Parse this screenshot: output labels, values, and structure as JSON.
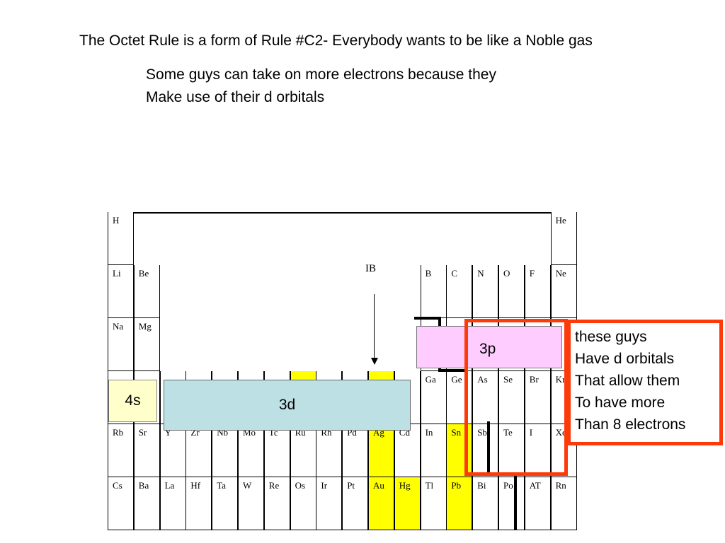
{
  "heading": "The Octet Rule is a form of Rule #C2- Everybody wants to be like a Noble gas",
  "subtext": [
    "Some guys can take on more electrons because they",
    "Make use of their d orbitals"
  ],
  "group_label": "IB",
  "labels": {
    "s_block": "4s",
    "d_block": "3d",
    "p_block": "3p"
  },
  "note_lines": [
    " these guys",
    "Have d orbitals",
    "That allow them",
    "To have more",
    "Than 8 electrons"
  ],
  "elements": [
    {
      "symbol": "H",
      "col": 0,
      "row": 0
    },
    {
      "symbol": "He",
      "col": 17,
      "row": 0
    },
    {
      "symbol": "Li",
      "col": 0,
      "row": 1
    },
    {
      "symbol": "Be",
      "col": 1,
      "row": 1
    },
    {
      "symbol": "B",
      "col": 12,
      "row": 1
    },
    {
      "symbol": "C",
      "col": 13,
      "row": 1
    },
    {
      "symbol": "N",
      "col": 14,
      "row": 1
    },
    {
      "symbol": "O",
      "col": 15,
      "row": 1
    },
    {
      "symbol": "F",
      "col": 16,
      "row": 1
    },
    {
      "symbol": "Ne",
      "col": 17,
      "row": 1
    },
    {
      "symbol": "Na",
      "col": 0,
      "row": 2
    },
    {
      "symbol": "Mg",
      "col": 1,
      "row": 2
    },
    {
      "symbol": "",
      "col": 12,
      "row": 2
    },
    {
      "symbol": "",
      "col": 13,
      "row": 2
    },
    {
      "symbol": "",
      "col": 14,
      "row": 2
    },
    {
      "symbol": "",
      "col": 15,
      "row": 2
    },
    {
      "symbol": "",
      "col": 16,
      "row": 2
    },
    {
      "symbol": "",
      "col": 17,
      "row": 2
    },
    {
      "symbol": "",
      "col": 0,
      "row": 3
    },
    {
      "symbol": "",
      "col": 1,
      "row": 3
    },
    {
      "symbol": "",
      "col": 2,
      "row": 3
    },
    {
      "symbol": "",
      "col": 3,
      "row": 3
    },
    {
      "symbol": "",
      "col": 4,
      "row": 3
    },
    {
      "symbol": "",
      "col": 5,
      "row": 3
    },
    {
      "symbol": "",
      "col": 6,
      "row": 3
    },
    {
      "symbol": "",
      "col": 7,
      "row": 3,
      "highlight": true
    },
    {
      "symbol": "",
      "col": 8,
      "row": 3
    },
    {
      "symbol": "",
      "col": 9,
      "row": 3
    },
    {
      "symbol": "",
      "col": 10,
      "row": 3,
      "highlight": true
    },
    {
      "symbol": "",
      "col": 11,
      "row": 3
    },
    {
      "symbol": "Ga",
      "col": 12,
      "row": 3
    },
    {
      "symbol": "Ge",
      "col": 13,
      "row": 3
    },
    {
      "symbol": "As",
      "col": 14,
      "row": 3
    },
    {
      "symbol": "Se",
      "col": 15,
      "row": 3
    },
    {
      "symbol": "Br",
      "col": 16,
      "row": 3
    },
    {
      "symbol": "Kr",
      "col": 17,
      "row": 3
    },
    {
      "symbol": "Rb",
      "col": 0,
      "row": 4
    },
    {
      "symbol": "Sr",
      "col": 1,
      "row": 4
    },
    {
      "symbol": "Y",
      "col": 2,
      "row": 4
    },
    {
      "symbol": "Zr",
      "col": 3,
      "row": 4
    },
    {
      "symbol": "Nb",
      "col": 4,
      "row": 4
    },
    {
      "symbol": "Mo",
      "col": 5,
      "row": 4
    },
    {
      "symbol": "Tc",
      "col": 6,
      "row": 4
    },
    {
      "symbol": "Ru",
      "col": 7,
      "row": 4
    },
    {
      "symbol": "Rh",
      "col": 8,
      "row": 4
    },
    {
      "symbol": "Pd",
      "col": 9,
      "row": 4
    },
    {
      "symbol": "Ag",
      "col": 10,
      "row": 4,
      "highlight": true
    },
    {
      "symbol": "Cd",
      "col": 11,
      "row": 4
    },
    {
      "symbol": "In",
      "col": 12,
      "row": 4
    },
    {
      "symbol": "Sn",
      "col": 13,
      "row": 4,
      "highlight": true
    },
    {
      "symbol": "Sb",
      "col": 14,
      "row": 4
    },
    {
      "symbol": "Te",
      "col": 15,
      "row": 4
    },
    {
      "symbol": "I",
      "col": 16,
      "row": 4
    },
    {
      "symbol": "Xe",
      "col": 17,
      "row": 4
    },
    {
      "symbol": "Cs",
      "col": 0,
      "row": 5
    },
    {
      "symbol": "Ba",
      "col": 1,
      "row": 5
    },
    {
      "symbol": "La",
      "col": 2,
      "row": 5
    },
    {
      "symbol": "Hf",
      "col": 3,
      "row": 5
    },
    {
      "symbol": "Ta",
      "col": 4,
      "row": 5
    },
    {
      "symbol": "W",
      "col": 5,
      "row": 5
    },
    {
      "symbol": "Re",
      "col": 6,
      "row": 5
    },
    {
      "symbol": "Os",
      "col": 7,
      "row": 5
    },
    {
      "symbol": "Ir",
      "col": 8,
      "row": 5
    },
    {
      "symbol": "Pt",
      "col": 9,
      "row": 5
    },
    {
      "symbol": "Au",
      "col": 10,
      "row": 5,
      "highlight": true
    },
    {
      "symbol": "Hg",
      "col": 11,
      "row": 5,
      "highlight": true
    },
    {
      "symbol": "Tl",
      "col": 12,
      "row": 5
    },
    {
      "symbol": "Pb",
      "col": 13,
      "row": 5,
      "highlight": true
    },
    {
      "symbol": "Bi",
      "col": 14,
      "row": 5
    },
    {
      "symbol": "Po",
      "col": 15,
      "row": 5
    },
    {
      "symbol": "AT",
      "col": 16,
      "row": 5
    },
    {
      "symbol": "Rn",
      "col": 17,
      "row": 5
    }
  ]
}
